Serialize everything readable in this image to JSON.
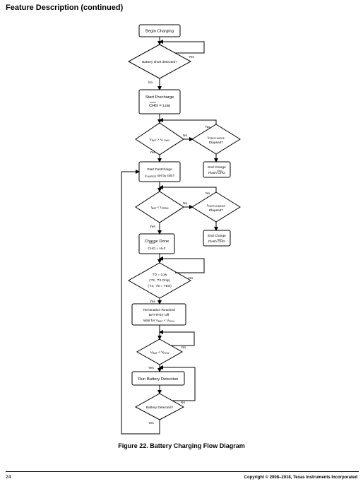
{
  "header": {
    "section_title": "Feature Description (continued)"
  },
  "figure": {
    "caption": "Figure 22. Battery Charging Flow Diagram"
  },
  "footer": {
    "page_number": "24",
    "copyright": "Copyright © 2008–2018, Texas Instruments Incorporated"
  },
  "flow": {
    "begin": "Begin Charging",
    "short_q": "Battery short detected?",
    "precharge_l1": "Start Precharge",
    "precharge_l2": "CHG = Low",
    "vbat_v": "V",
    "vbat_bat": "BAT",
    "vbat_gt": " > V",
    "vbat_lowv": "LOWV",
    "tpre_t": "t",
    "tpre_sub": "PRECHARGE",
    "tpre_elapsed": "Elapsed?",
    "end1_l1": "End Charge",
    "end1_l2a": "Flash ",
    "end1_l2b": "CHG",
    "fast_l1": "Start Fastcharge",
    "fast_l2a": "I",
    "fast_l2sub": "CHARGE",
    "fast_l2b": " set by ISET",
    "ibat_i": "I",
    "ibat_bat": "BAT",
    "ibat_lt": " < I",
    "ibat_term": "TERM",
    "tfast_t": "t",
    "tfast_sub": "FASTCHARGE",
    "tfast_elapsed": "Elapsed?",
    "end2_l1": "End Charge",
    "end2_l2a": "Flash ",
    "end2_l2b": "CHG",
    "done_l1": "Charge Done",
    "done_l2a": "CHG",
    "done_l2b": " = Hi-Z",
    "td_l1": "TD = Low",
    "td_l2": "('72, '73 Only)",
    "td_l3": "('74, '75 = YES)",
    "term_l1": "Termination Reached",
    "term_l2": "BATTFET Off",
    "term_l3a": "Wait for V",
    "term_l3sub": "BAT",
    "term_l3b": " < V",
    "term_l3sub2": "RCH",
    "vrch_v": "V",
    "vrch_bat": "BAT",
    "vrch_lt": " < V",
    "vrch_rch": "RCH",
    "detect_box": "Run Battery Detection",
    "detect_q": "Battery Detected?",
    "yes": "Yes",
    "no": "No"
  }
}
